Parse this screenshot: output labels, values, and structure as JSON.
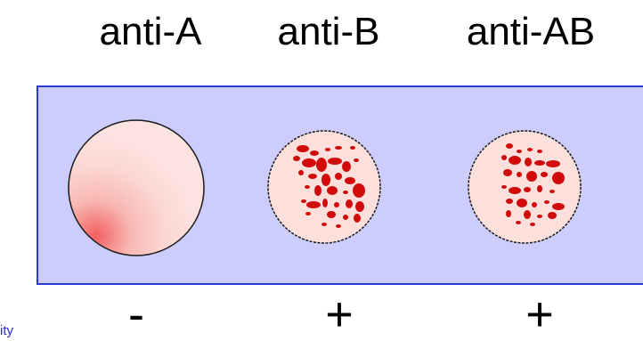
{
  "columns": [
    {
      "label": "anti-A",
      "result": "-",
      "agglutinated": false
    },
    {
      "label": "anti-B",
      "result": "+",
      "agglutinated": true
    },
    {
      "label": "anti-AB",
      "result": "+",
      "agglutinated": true
    }
  ],
  "footer": {
    "text": "ity"
  },
  "colors": {
    "slide_fill": "#cccdfc",
    "slide_border": "#2a3bd6",
    "well_fill": "#fde0dc",
    "clump": "#d10a0a"
  }
}
